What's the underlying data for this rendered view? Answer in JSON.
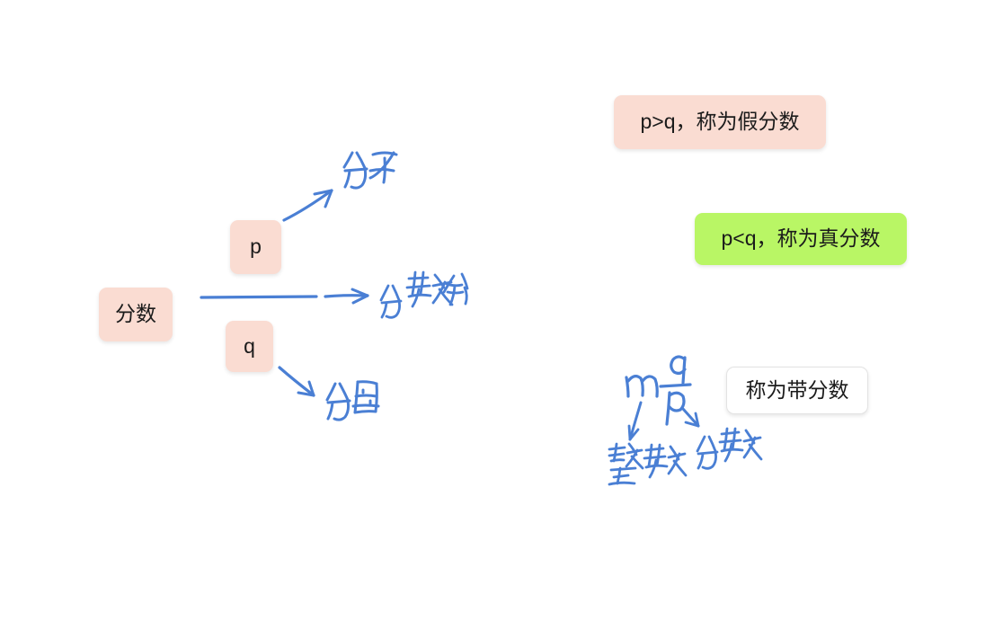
{
  "canvas": {
    "background_color": "#ffffff",
    "ink_color": "#4a7fd4",
    "pink_color": "#fadcd2",
    "green_color": "#b9f665",
    "white_box_color": "#ffffff"
  },
  "left_cluster": {
    "root": {
      "label": "分数"
    },
    "numerator_box": {
      "label": "p"
    },
    "denominator_box": {
      "label": "q"
    },
    "annotations": {
      "numerator": "分子",
      "fraction_bar": "分数线",
      "denominator": "分母"
    }
  },
  "right_cluster": {
    "improper": {
      "label": "p>q，称为假分数"
    },
    "proper": {
      "label": "p<q，称为真分数"
    },
    "mixed": {
      "label": "称为带分数"
    },
    "mixed_formula": {
      "whole": "m",
      "numerator": "q",
      "denominator": "p"
    },
    "mixed_annotations": {
      "whole_part": "整数",
      "fraction_part": "分数"
    }
  }
}
